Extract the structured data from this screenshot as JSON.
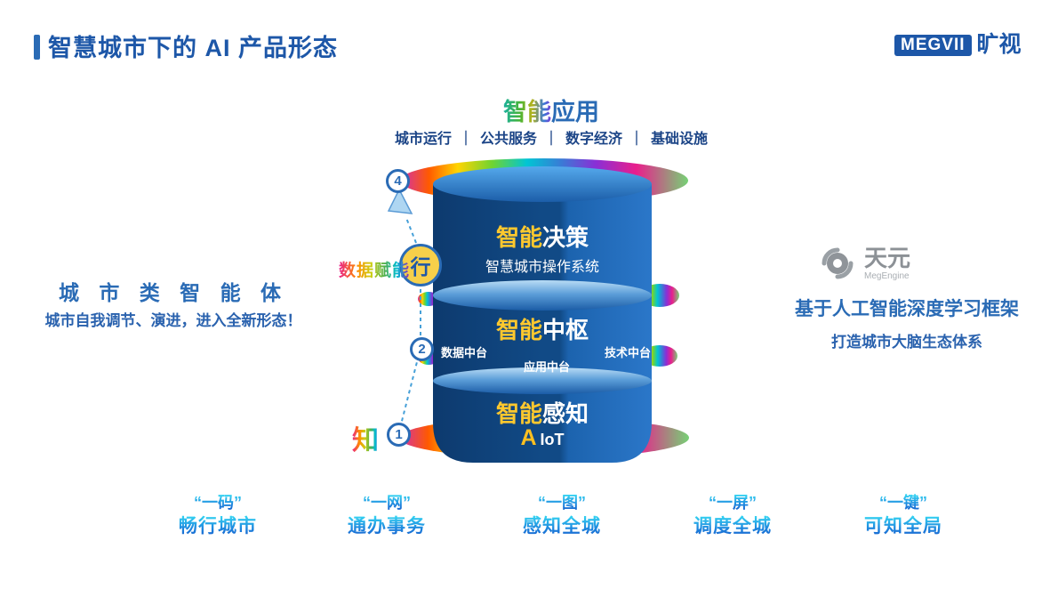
{
  "header": {
    "title": "智慧城市下的 AI 产品形态"
  },
  "brand": {
    "logo_text": "MEGVII",
    "logo_suffix": "旷视"
  },
  "apps": {
    "title_prefix": "智能",
    "title_rest": "应用",
    "separator": "｜",
    "categories": [
      "城市运行",
      "公共服务",
      "数字经济",
      "基础设施"
    ]
  },
  "left_panel": {
    "title": "城 市 类 智 能 体",
    "subtitle": "城市自我调节、演进，进入全新形态！"
  },
  "right_panel": {
    "logo_name": "天元",
    "logo_sub": "MegEngine",
    "line1": "基于人工智能深度学习框架",
    "line2": "打造城市大脑生态体系"
  },
  "cylinder": {
    "layers": [
      {
        "prefix": "智能",
        "rest": "决策",
        "subtitle": "智慧城市操作系统"
      },
      {
        "prefix": "智能",
        "rest": "中枢",
        "platforms": [
          "数据中台",
          "应用中台",
          "技术中台"
        ]
      },
      {
        "prefix": "智能",
        "rest": "感知",
        "subtitle_a": "A",
        "subtitle_rest": "IoT"
      }
    ]
  },
  "flow": {
    "step4": "4",
    "action": "行",
    "step2": "2",
    "step1": "1",
    "know_label": "知",
    "loop_label": "数据赋能"
  },
  "footer": {
    "items": [
      {
        "quote": "“一码”",
        "label": "畅行城市"
      },
      {
        "quote": "“一网”",
        "label": "通办事务"
      },
      {
        "quote": "“一图”",
        "label": "感知全城"
      },
      {
        "quote": "“一屏”",
        "label": "调度全城"
      },
      {
        "quote": "“一键”",
        "label": "可知全局"
      }
    ]
  },
  "colors": {
    "accent_blue": "#1d57a8",
    "accent_yellow": "#ffc82e"
  }
}
